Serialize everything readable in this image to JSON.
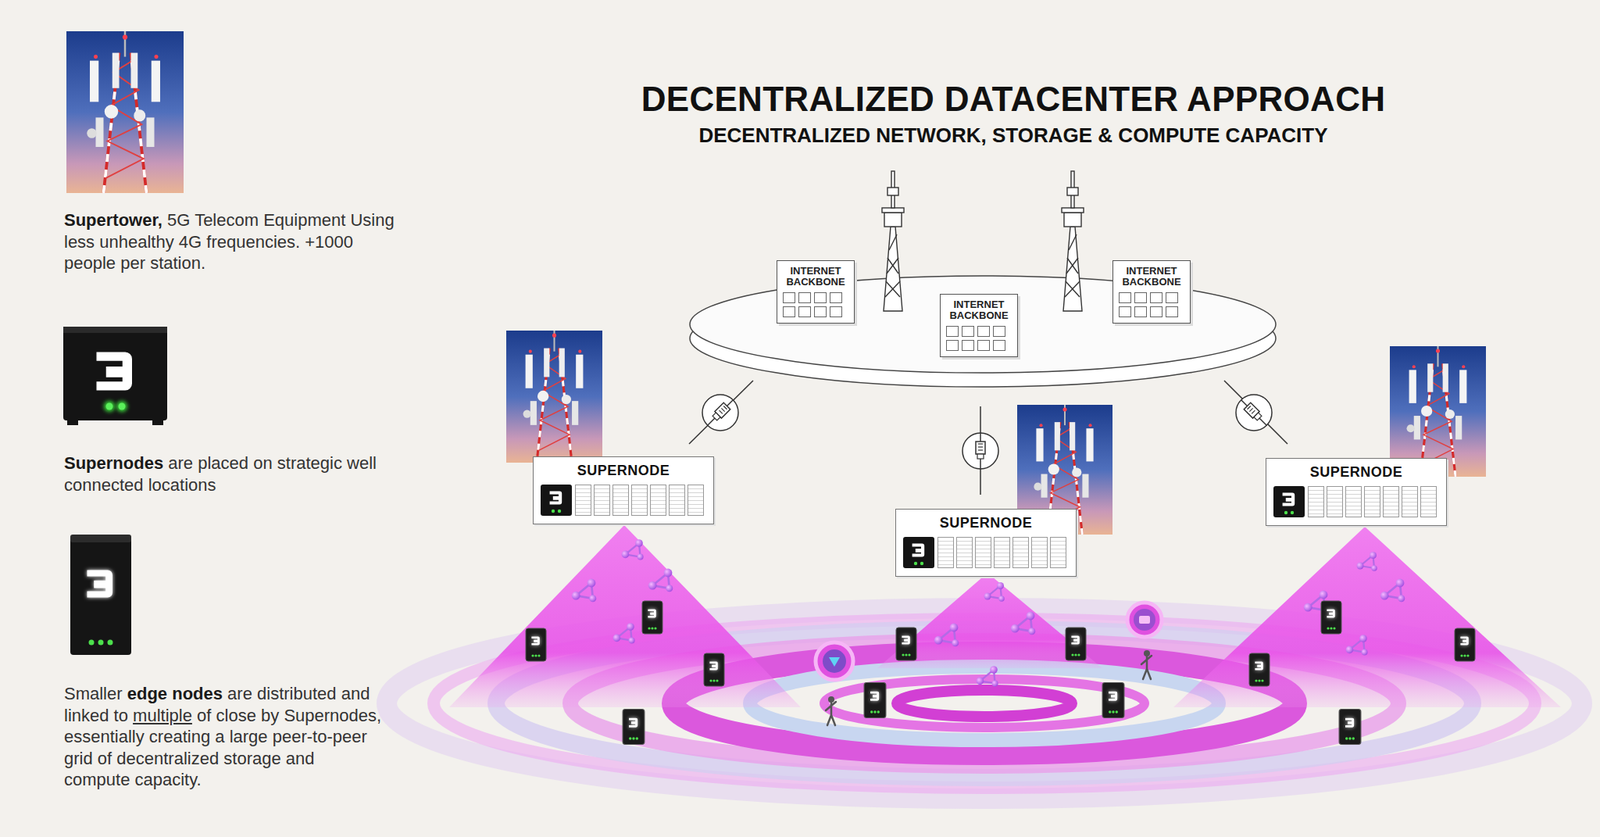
{
  "diagram": {
    "title": "DECENTRALIZED DATACENTER APPROACH",
    "nodes": [
      {
        "text": [
          "INTERNET BACKBONE"
        ]
      },
      {
        "text": [
          "INTERNET BACKBONE"
        ]
      },
      {
        "text": [
          "INTERNET BACKBONE"
        ]
      },
      {
        "text": [
          "SUPERNODE"
        ]
      },
      {
        "text": [
          "SUPERNODE"
        ]
      },
      {
        "text": [
          "SUPERNODE"
        ]
      }
    ],
    "labels": [
      "DECENTRALIZED NETWORK, STORAGE & COMPUTE CAPACITY",
      "Supertower, 5G Telecom Equipment Using less unhealthy 4G frequencies. +1000 people per station.",
      "Supernodes are placed on strategic well connected locations",
      "Smaller edge nodes are distributed and linked to multiple of close by Supernodes, essentially creating a large peer-to-peer grid of decentralized storage and compute capacity."
    ]
  }
}
